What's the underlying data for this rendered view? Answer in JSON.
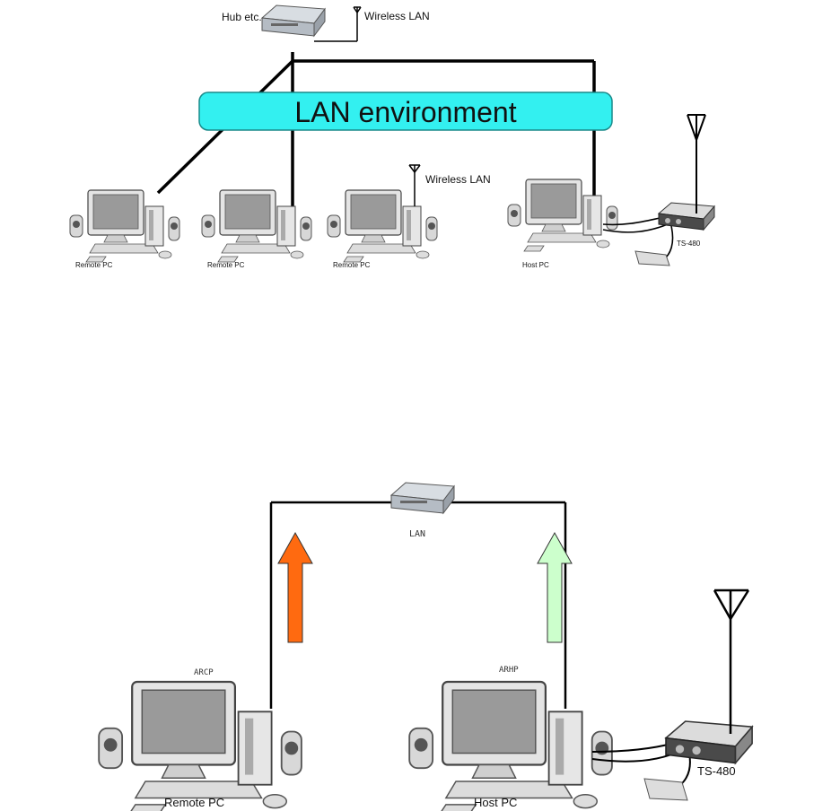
{
  "top_diagram": {
    "hub_label": "Hub etc.",
    "wireless_label_hub": "Wireless LAN",
    "lan_banner": "LAN environment",
    "wireless_label_pc": "Wireless LAN",
    "remote_pc_1": "Remote PC",
    "remote_pc_2": "Remote PC",
    "remote_pc_3": "Remote PC",
    "host_pc": "Host PC",
    "radio": "TS-480",
    "banner_color": "#33f0f0"
  },
  "bottom_diagram": {
    "lan_label": "LAN",
    "remote_sw": "ARCP",
    "host_sw": "ARHP",
    "remote_pc": "Remote PC",
    "host_pc": "Host PC",
    "radio": "TS-480",
    "arrow_remote_color": "#ff6a10",
    "arrow_host_color": "#ccffcc"
  }
}
